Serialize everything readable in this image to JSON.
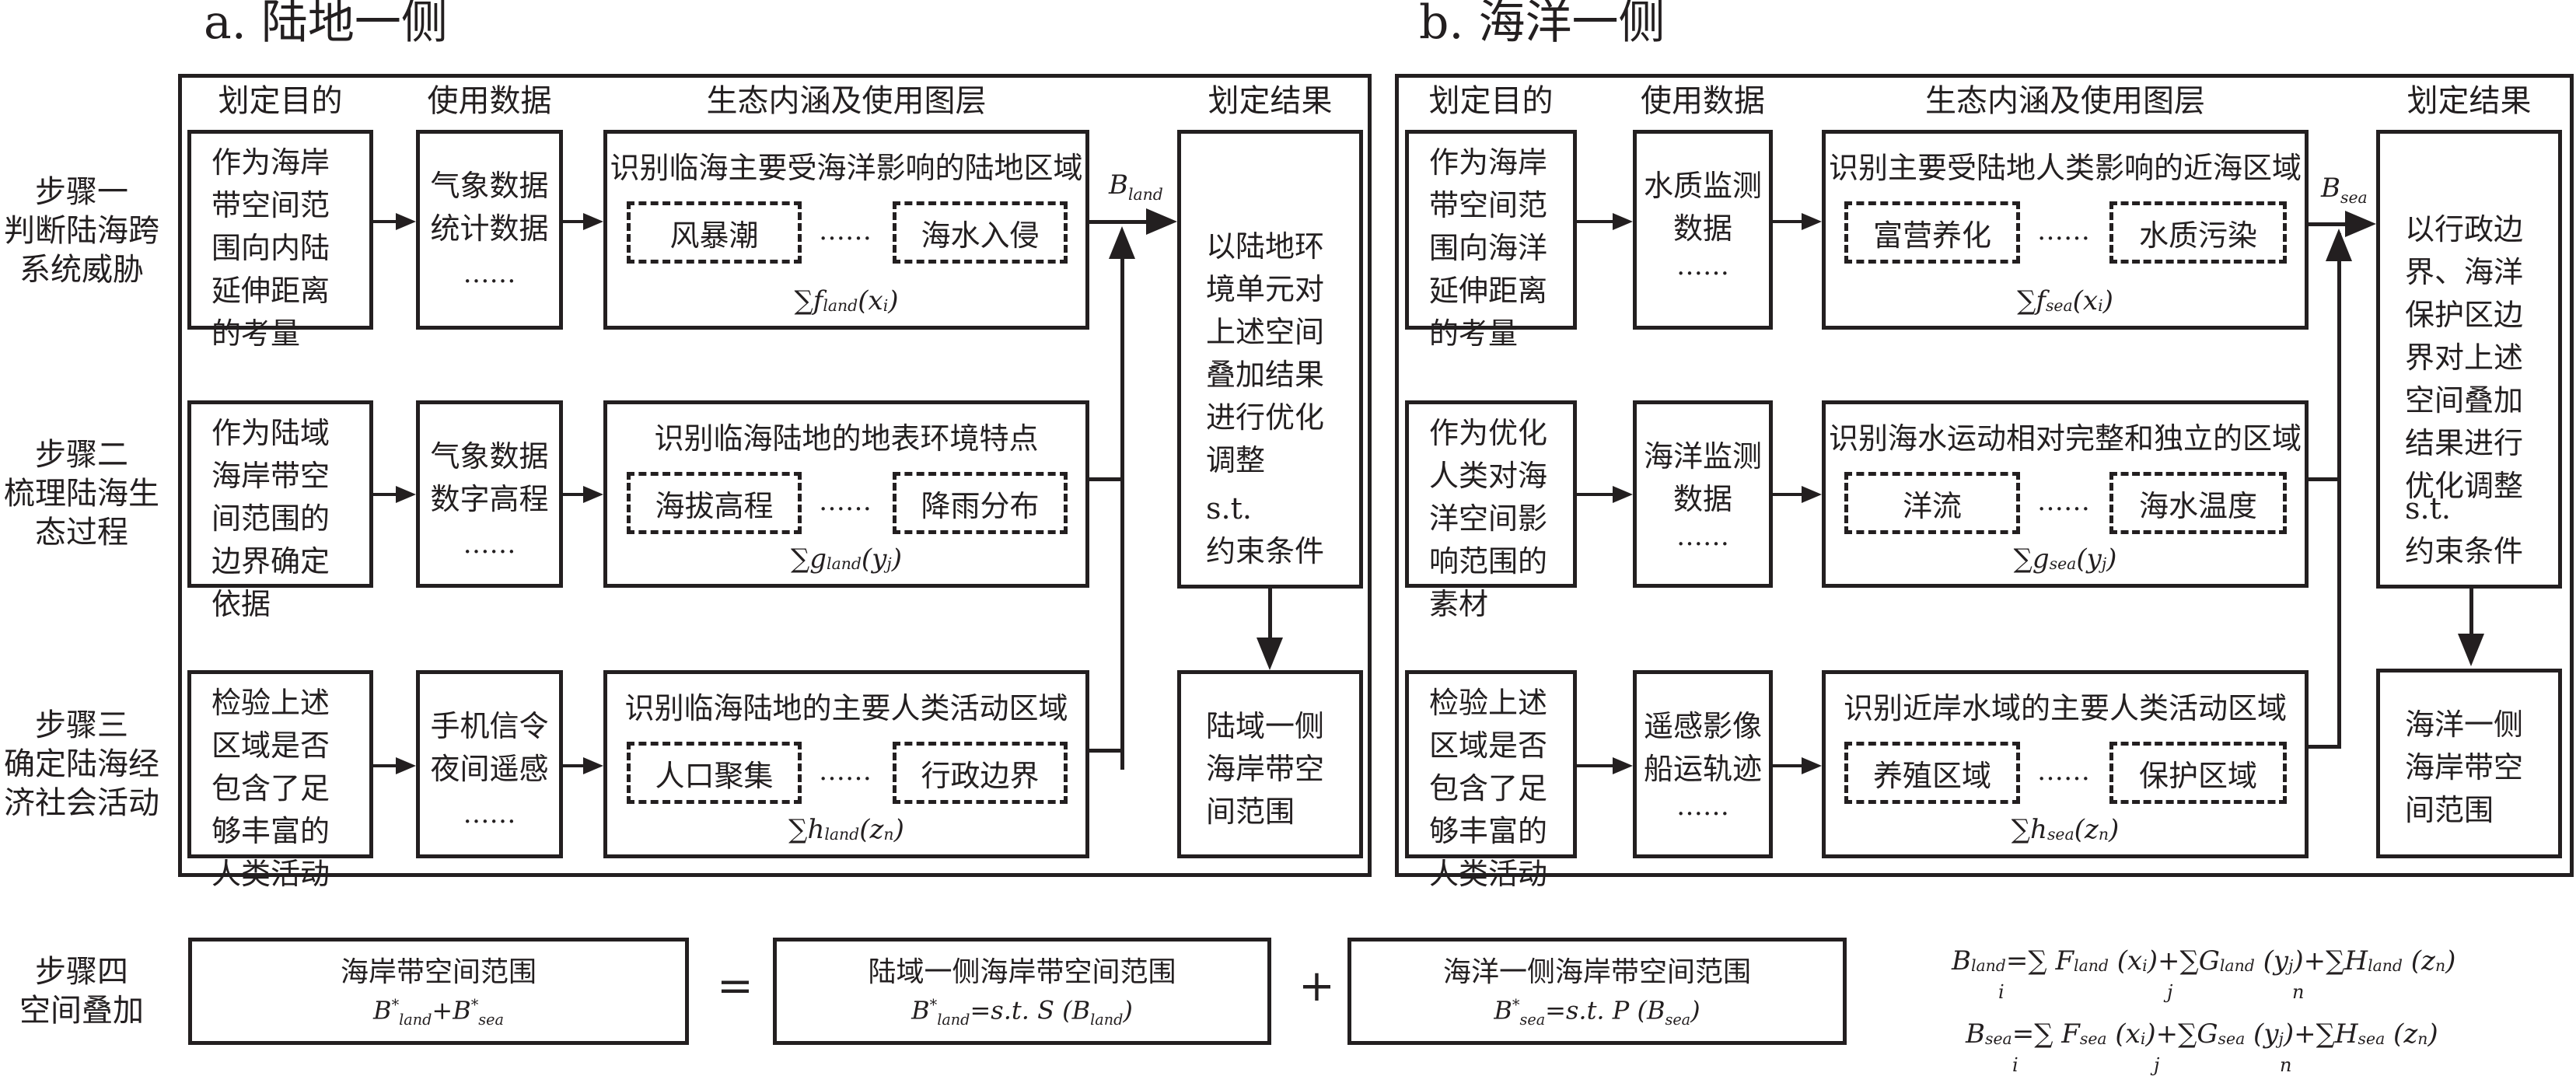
{
  "panels": {
    "land": {
      "title": "a. 陆地一侧",
      "headers": [
        "划定目的",
        "使用数据",
        "生态内涵及使用图层",
        "划定结果"
      ],
      "rows": [
        {
          "purpose": "作为海岸\n带空间范\n围向内陆\n延伸距离\n的考量",
          "data": "气象数据\n统计数据",
          "data_more": "……",
          "layer_title": "识别临海主要受海洋影响的陆地区域",
          "layer_items": [
            "风暴潮",
            "海水入侵"
          ],
          "layer_ellipsis": "……",
          "sum": {
            "sym": "∑",
            "fn": "f",
            "sub": "land",
            "arg": "x",
            "argsub": "i"
          }
        },
        {
          "purpose": "作为陆域\n海岸带空\n间范围的\n边界确定\n依据",
          "data": "气象数据\n数字高程",
          "data_more": "……",
          "layer_title": "识别临海陆地的地表环境特点",
          "layer_items": [
            "海拔高程",
            "降雨分布"
          ],
          "layer_ellipsis": "……",
          "sum": {
            "sym": "∑",
            "fn": "g",
            "sub": "land",
            "arg": "y",
            "argsub": "j"
          }
        },
        {
          "purpose": "检验上述\n区域是否\n包含了足\n够丰富的\n人类活动",
          "data": "手机信令\n夜间遥感",
          "data_more": "……",
          "layer_title": "识别临海陆地的主要人类活动区域",
          "layer_items": [
            "人口聚集",
            "行政边界"
          ],
          "layer_ellipsis": "……",
          "sum": {
            "sym": "∑",
            "fn": "h",
            "sub": "land",
            "arg": "z",
            "argsub": "n"
          }
        }
      ],
      "arrow_label": {
        "B": "B",
        "sub": "land"
      },
      "result_main": "以陆地环\n境单元对\n上述空间\n叠加结果\n进行优化\n调整",
      "result_st": "s.t.",
      "result_constraint": "约束条件",
      "result_final": "陆域一侧\n海岸带空\n间范围"
    },
    "sea": {
      "title": "b. 海洋一侧",
      "headers": [
        "划定目的",
        "使用数据",
        "生态内涵及使用图层",
        "划定结果"
      ],
      "rows": [
        {
          "purpose": "作为海岸\n带空间范\n围向海洋\n延伸距离\n的考量",
          "data": "水质监测\n数据",
          "data_more": "……",
          "layer_title": "识别主要受陆地人类影响的近海区域",
          "layer_items": [
            "富营养化",
            "水质污染"
          ],
          "layer_ellipsis": "……",
          "sum": {
            "sym": "∑",
            "fn": "f",
            "sub": "sea",
            "arg": "x",
            "argsub": "i"
          }
        },
        {
          "purpose": "作为优化\n人类对海\n洋空间影\n响范围的\n素材",
          "data": "海洋监测\n数据",
          "data_more": "……",
          "layer_title": "识别海水运动相对完整和独立的区域",
          "layer_items": [
            "洋流",
            "海水温度"
          ],
          "layer_ellipsis": "……",
          "sum": {
            "sym": "∑",
            "fn": "g",
            "sub": "sea",
            "arg": "y",
            "argsub": "j"
          }
        },
        {
          "purpose": "检验上述\n区域是否\n包含了足\n够丰富的\n人类活动",
          "data": "遥感影像\n船运轨迹",
          "data_more": "……",
          "layer_title": "识别近岸水域的主要人类活动区域",
          "layer_items": [
            "养殖区域",
            "保护区域"
          ],
          "layer_ellipsis": "……",
          "sum": {
            "sym": "∑",
            "fn": "h",
            "sub": "sea",
            "arg": "z",
            "argsub": "n"
          }
        }
      ],
      "arrow_label": {
        "B": "B",
        "sub": "sea"
      },
      "result_main": "以行政边\n界、海洋\n保护区边\n界对上述\n空间叠加\n结果进行\n优化调整",
      "result_st": "s.t.",
      "result_constraint": "约束条件",
      "result_final": "海洋一侧\n海岸带空\n间范围"
    }
  },
  "steps": [
    "步骤一\n判断陆海跨\n系统威胁",
    "步骤二\n梳理陆海生\n态过程",
    "步骤三\n确定陆海经\n济社会活动",
    "步骤四\n空间叠加"
  ],
  "overlay": {
    "total": {
      "label": "海岸带空间范围",
      "formula_html": "B<sup>*</sup><sub>land</sub>+B<sup>*</sup><sub>sea</sub>"
    },
    "equals": "=",
    "land": {
      "label": "陆域一侧海岸带空间范围",
      "formula_html": "B<sup>*</sup><sub>land</sub>=s.t. S (B<sub>land</sub>)"
    },
    "plus": "+",
    "sea": {
      "label": "海洋一侧海岸带空间范围",
      "formula_html": "B<sup>*</sup><sub>sea</sub>=s.t. P (B<sub>sea</sub>)"
    }
  },
  "equations": [
    {
      "lhs": "B",
      "lhs_sub": "land",
      "html": "=∑ F<sub>land</sub> (x<sub>i</sub>)+∑G<sub>land</sub> (y<sub>j</sub>)+∑H<sub>land</sub> (z<sub>n</sub>)",
      "indices": [
        "i",
        "j",
        "n"
      ]
    },
    {
      "lhs": "B",
      "lhs_sub": "sea",
      "html": "=∑ F<sub>sea</sub> (x<sub>i</sub>)+∑G<sub>sea</sub> (y<sub>j</sub>)+∑H<sub>sea</sub> (z<sub>n</sub>)",
      "indices": [
        "i",
        "j",
        "n"
      ]
    }
  ],
  "colors": {
    "ink": "#231f20",
    "background": "#ffffff"
  }
}
